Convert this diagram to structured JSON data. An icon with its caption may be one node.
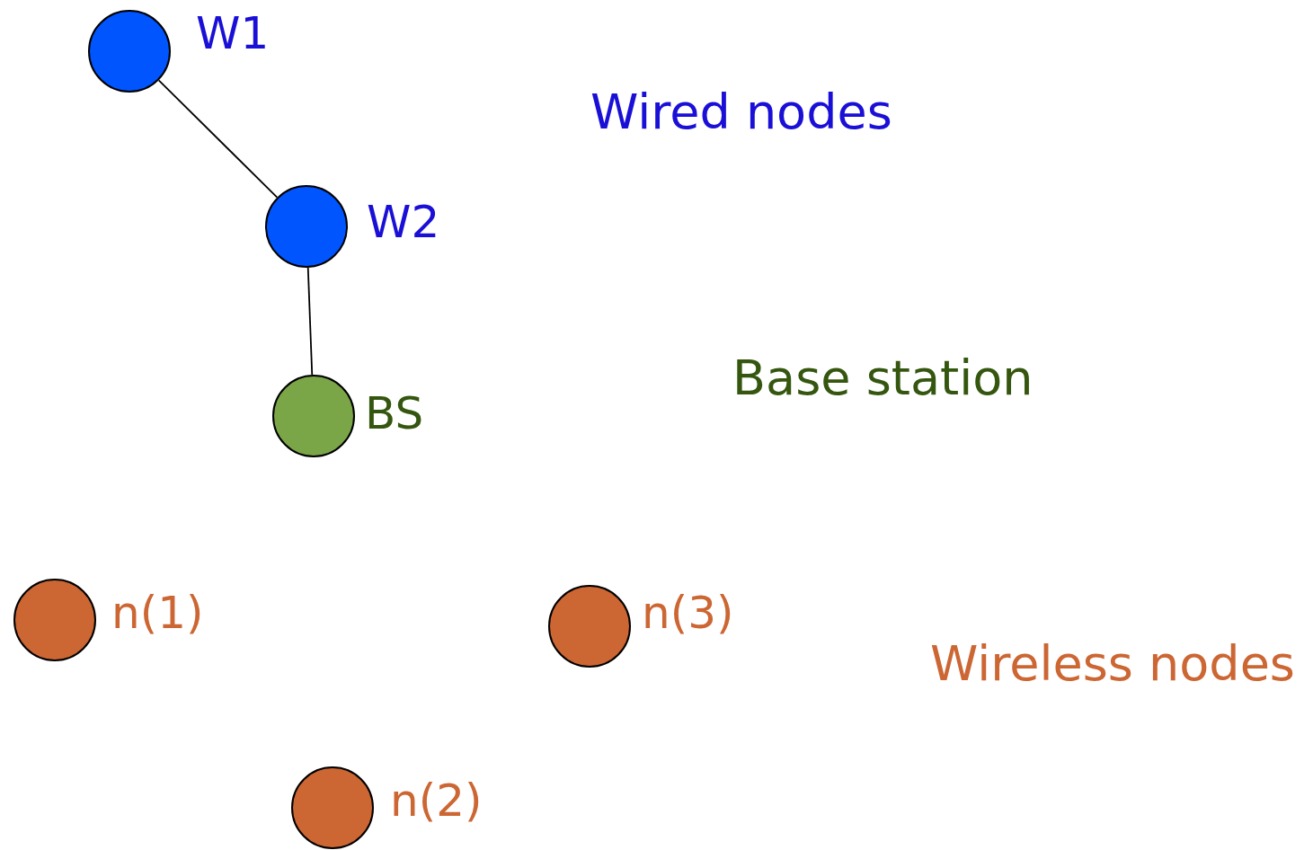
{
  "diagram": {
    "nodes": [
      {
        "text": [],
        "shape": "circle",
        "beside": [
          "W1"
        ]
      },
      {
        "text": [],
        "shape": "circle",
        "beside": [
          "W2"
        ]
      },
      {
        "text": [],
        "shape": "circle",
        "beside": [
          "BS"
        ]
      },
      {
        "text": [],
        "shape": "circle",
        "beside": [
          "n(1)"
        ]
      },
      {
        "text": [],
        "shape": "circle",
        "beside": [
          "n(3)"
        ]
      },
      {
        "text": [],
        "shape": "circle",
        "beside": [
          "n(2)"
        ]
      }
    ],
    "edges": [
      {
        "from": 0,
        "to": 1,
        "arrow": "none"
      },
      {
        "from": 1,
        "to": 2,
        "arrow": "none"
      }
    ],
    "labels": [
      "Wired nodes",
      "Base station",
      "Wireless nodes"
    ]
  }
}
